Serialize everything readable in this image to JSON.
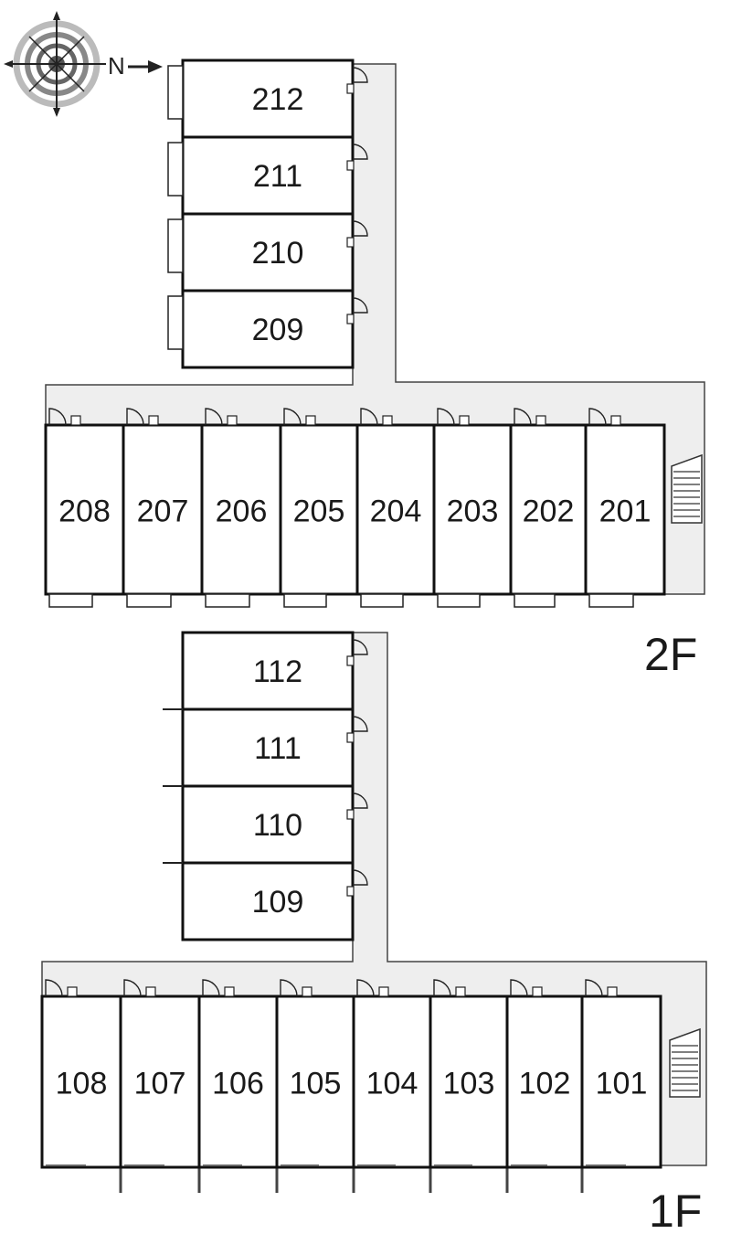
{
  "compass": {
    "north_label": "N",
    "icon": "compass-icon"
  },
  "floors": [
    {
      "label": "2F",
      "upper_units": [
        "212",
        "211",
        "210",
        "209"
      ],
      "lower_units": [
        "208",
        "207",
        "206",
        "205",
        "204",
        "203",
        "202",
        "201"
      ]
    },
    {
      "label": "1F",
      "upper_units": [
        "112",
        "111",
        "110",
        "109"
      ],
      "lower_units": [
        "108",
        "107",
        "106",
        "105",
        "104",
        "103",
        "102",
        "101"
      ]
    }
  ],
  "colors": {
    "corridor": "#eeeeee",
    "wall": "#111111",
    "background": "#ffffff"
  }
}
